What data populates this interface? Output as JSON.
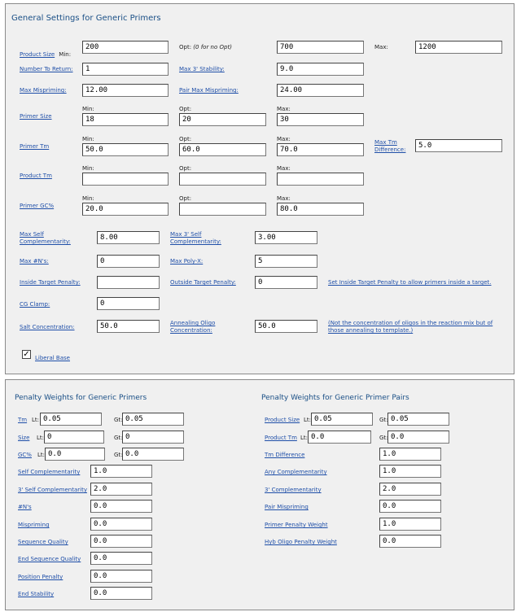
{
  "general": {
    "title": "General Settings for Generic Primers",
    "product_size": {
      "label": "Product Size",
      "min_prefix": "Min:",
      "min": "200",
      "opt_prefix": "Opt:",
      "opt_note": "(0 for no Opt)",
      "opt": "700",
      "max_prefix": "Max:",
      "max": "1200"
    },
    "number_to_return": {
      "label": "Number To Return:",
      "value": "1"
    },
    "max_3_stability": {
      "label": "Max 3' Stability:",
      "value": "9.0"
    },
    "max_mispriming": {
      "label": "Max Mispriming:",
      "value": "12.00"
    },
    "pair_max_mispriming": {
      "label": "Pair Max Mispriming:",
      "value": "24.00"
    },
    "primer_size": {
      "label": "Primer Size",
      "min_label": "Min:",
      "min": "18",
      "opt_label": "Opt:",
      "opt": "20",
      "max_label": "Max:",
      "max": "30"
    },
    "primer_tm": {
      "label": "Primer Tm",
      "min_label": "Min:",
      "min": "50.0",
      "opt_label": "Opt:",
      "opt": "60.0",
      "max_label": "Max:",
      "max": "70.0"
    },
    "max_tm_difference": {
      "label_line1": "Max Tm",
      "label_line2": "Difference:",
      "value": "5.0"
    },
    "product_tm": {
      "label": "Product Tm",
      "min_label": "Min:",
      "min": "",
      "opt_label": "Opt:",
      "opt": "",
      "max_label": "Max:",
      "max": ""
    },
    "primer_gc": {
      "label": "Primer GC%",
      "min_label": "Min:",
      "min": "20.0",
      "opt_label": "Opt:",
      "opt": "",
      "max_label": "Max:",
      "max": "80.0"
    },
    "max_self_complementarity": {
      "label_line1": "Max Self",
      "label_line2": "Complementarity:",
      "value": "8.00"
    },
    "max_3_self_complementarity": {
      "label_line1": "Max 3' Self",
      "label_line2": "Complementarity:",
      "value": "3.00"
    },
    "max_ns": {
      "label": "Max #N's:",
      "value": "0"
    },
    "max_poly_x": {
      "label": "Max Poly-X:",
      "value": "5"
    },
    "inside_target_penalty": {
      "label": "Inside Target Penalty:",
      "value": ""
    },
    "outside_target_penalty": {
      "label": "Outside Target Penalty:",
      "value": "0"
    },
    "inside_target_note": "Set Inside Target Penalty to allow primers inside a target.",
    "cg_clamp": {
      "label": "CG Clamp:",
      "value": "0"
    },
    "salt_concentration": {
      "label": "Salt Concentration:",
      "value": "50.0"
    },
    "annealing_oligo_concentration": {
      "label_line1": "Annealing Oligo",
      "label_line2": "Concentration:",
      "value": "50.0"
    },
    "oligo_note": "(Not the concentration of oligos in the reaction mix but of those annealing to template.)",
    "liberal_base": {
      "label": "Liberal Base",
      "checked": "✓"
    }
  },
  "penalty": {
    "primers_title": "Penalty Weights for Generic Primers",
    "pairs_title": "Penalty Weights for Generic Primer Pairs",
    "lt": "Lt:",
    "gt": "Gt:",
    "primers": {
      "tm": {
        "label": "Tm",
        "lt": "0.05",
        "gt": "0.05"
      },
      "size": {
        "label": "Size",
        "lt": "0",
        "gt": "0"
      },
      "gc": {
        "label": "GC%",
        "lt": "0.0",
        "gt": "0.0"
      },
      "rows": [
        {
          "label": "Self Complementarity",
          "value": "1.0"
        },
        {
          "label": "3' Self Complementarity",
          "value": "2.0"
        },
        {
          "label": "#N's",
          "value": "0.0"
        },
        {
          "label": "Mispriming",
          "value": "0.0"
        },
        {
          "label": "Sequence Quality",
          "value": "0.0"
        },
        {
          "label": "End Sequence Quality",
          "value": "0.0"
        },
        {
          "label": "Position Penalty",
          "value": "0.0"
        },
        {
          "label": "End Stability",
          "value": "0.0"
        }
      ]
    },
    "pairs": {
      "product_size": {
        "label": "Product Size",
        "lt": "0.05",
        "gt": "0.05"
      },
      "product_tm": {
        "label": "Product Tm",
        "lt": "0.0",
        "gt": "0.0"
      },
      "rows": [
        {
          "label": "Tm Difference",
          "value": "1.0"
        },
        {
          "label": "Any Complementarity",
          "value": "1.0"
        },
        {
          "label": "3' Complementarity",
          "value": "2.0"
        },
        {
          "label": "Pair Mispriming",
          "value": "0.0"
        },
        {
          "label": "Primer Penalty Weight",
          "value": "1.0"
        },
        {
          "label": "Hyb Oligo Penalty Weight",
          "value": "0.0"
        }
      ]
    }
  }
}
